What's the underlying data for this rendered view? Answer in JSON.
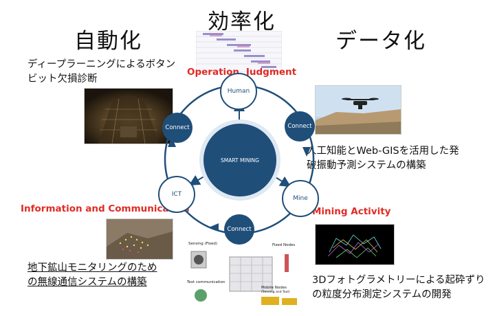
{
  "headers": {
    "left": "自動化",
    "center": "効率化",
    "right": "データ化"
  },
  "left_top": {
    "line1": "ディープラーニングによるボタン",
    "line2": "ビット欠損診断"
  },
  "right_top": {
    "line1": "人工知能とWeb-GISを活用した発",
    "line2": "破振動予測システムの構築"
  },
  "left_bottom": {
    "line1": "地下鉱山モニタリングのため",
    "line2": "の無線通信システムの構築"
  },
  "right_bottom": {
    "line1": "3Dフォトグラメトリーによる起砕ずり",
    "line2": "の粒度分布測定システムの開発"
  },
  "labels": {
    "operation": "Operation, Judgment",
    "info": "Information and Communication",
    "mining": "Mining Activity"
  },
  "cycle": {
    "center": "SMART MINING",
    "human": "Human",
    "ict": "ICT",
    "mine": "Mine",
    "connect_left": "Connect",
    "connect_right": "Connect",
    "connect_bottom": "Connect"
  },
  "network": {
    "sensing": "Sensing (Fixed)",
    "fixed_nodes": "Fixed Nodes",
    "text_comm": "Text communication",
    "mobile_nodes": "Mobile Nodes",
    "mobile_sub": "(Sensing and Tool)"
  },
  "colors": {
    "accent": "#e02b24",
    "navy": "#1f4e79"
  }
}
